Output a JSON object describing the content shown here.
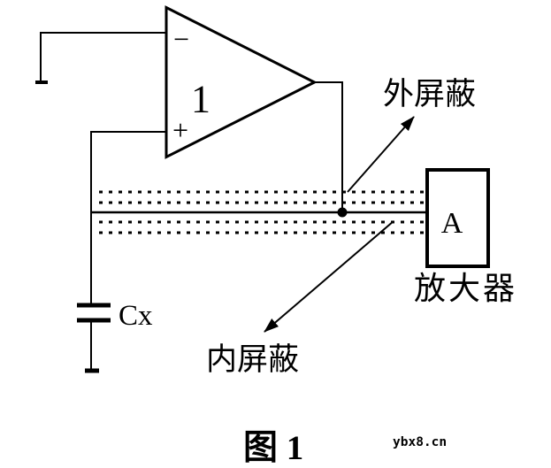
{
  "diagram": {
    "opamp": {
      "gain_label": "1",
      "inverting_input_label": "−",
      "noninverting_input_label": "+"
    },
    "capacitor": {
      "label": "Cx"
    },
    "shield": {
      "outer_label": "外屏蔽",
      "inner_label": "内屏蔽"
    },
    "amplifier": {
      "box_label": "A",
      "name_label": "放大器"
    },
    "caption": "图 1",
    "watermark": "ybx8.cn",
    "colors": {
      "line": "#000000",
      "background": "#ffffff"
    }
  }
}
